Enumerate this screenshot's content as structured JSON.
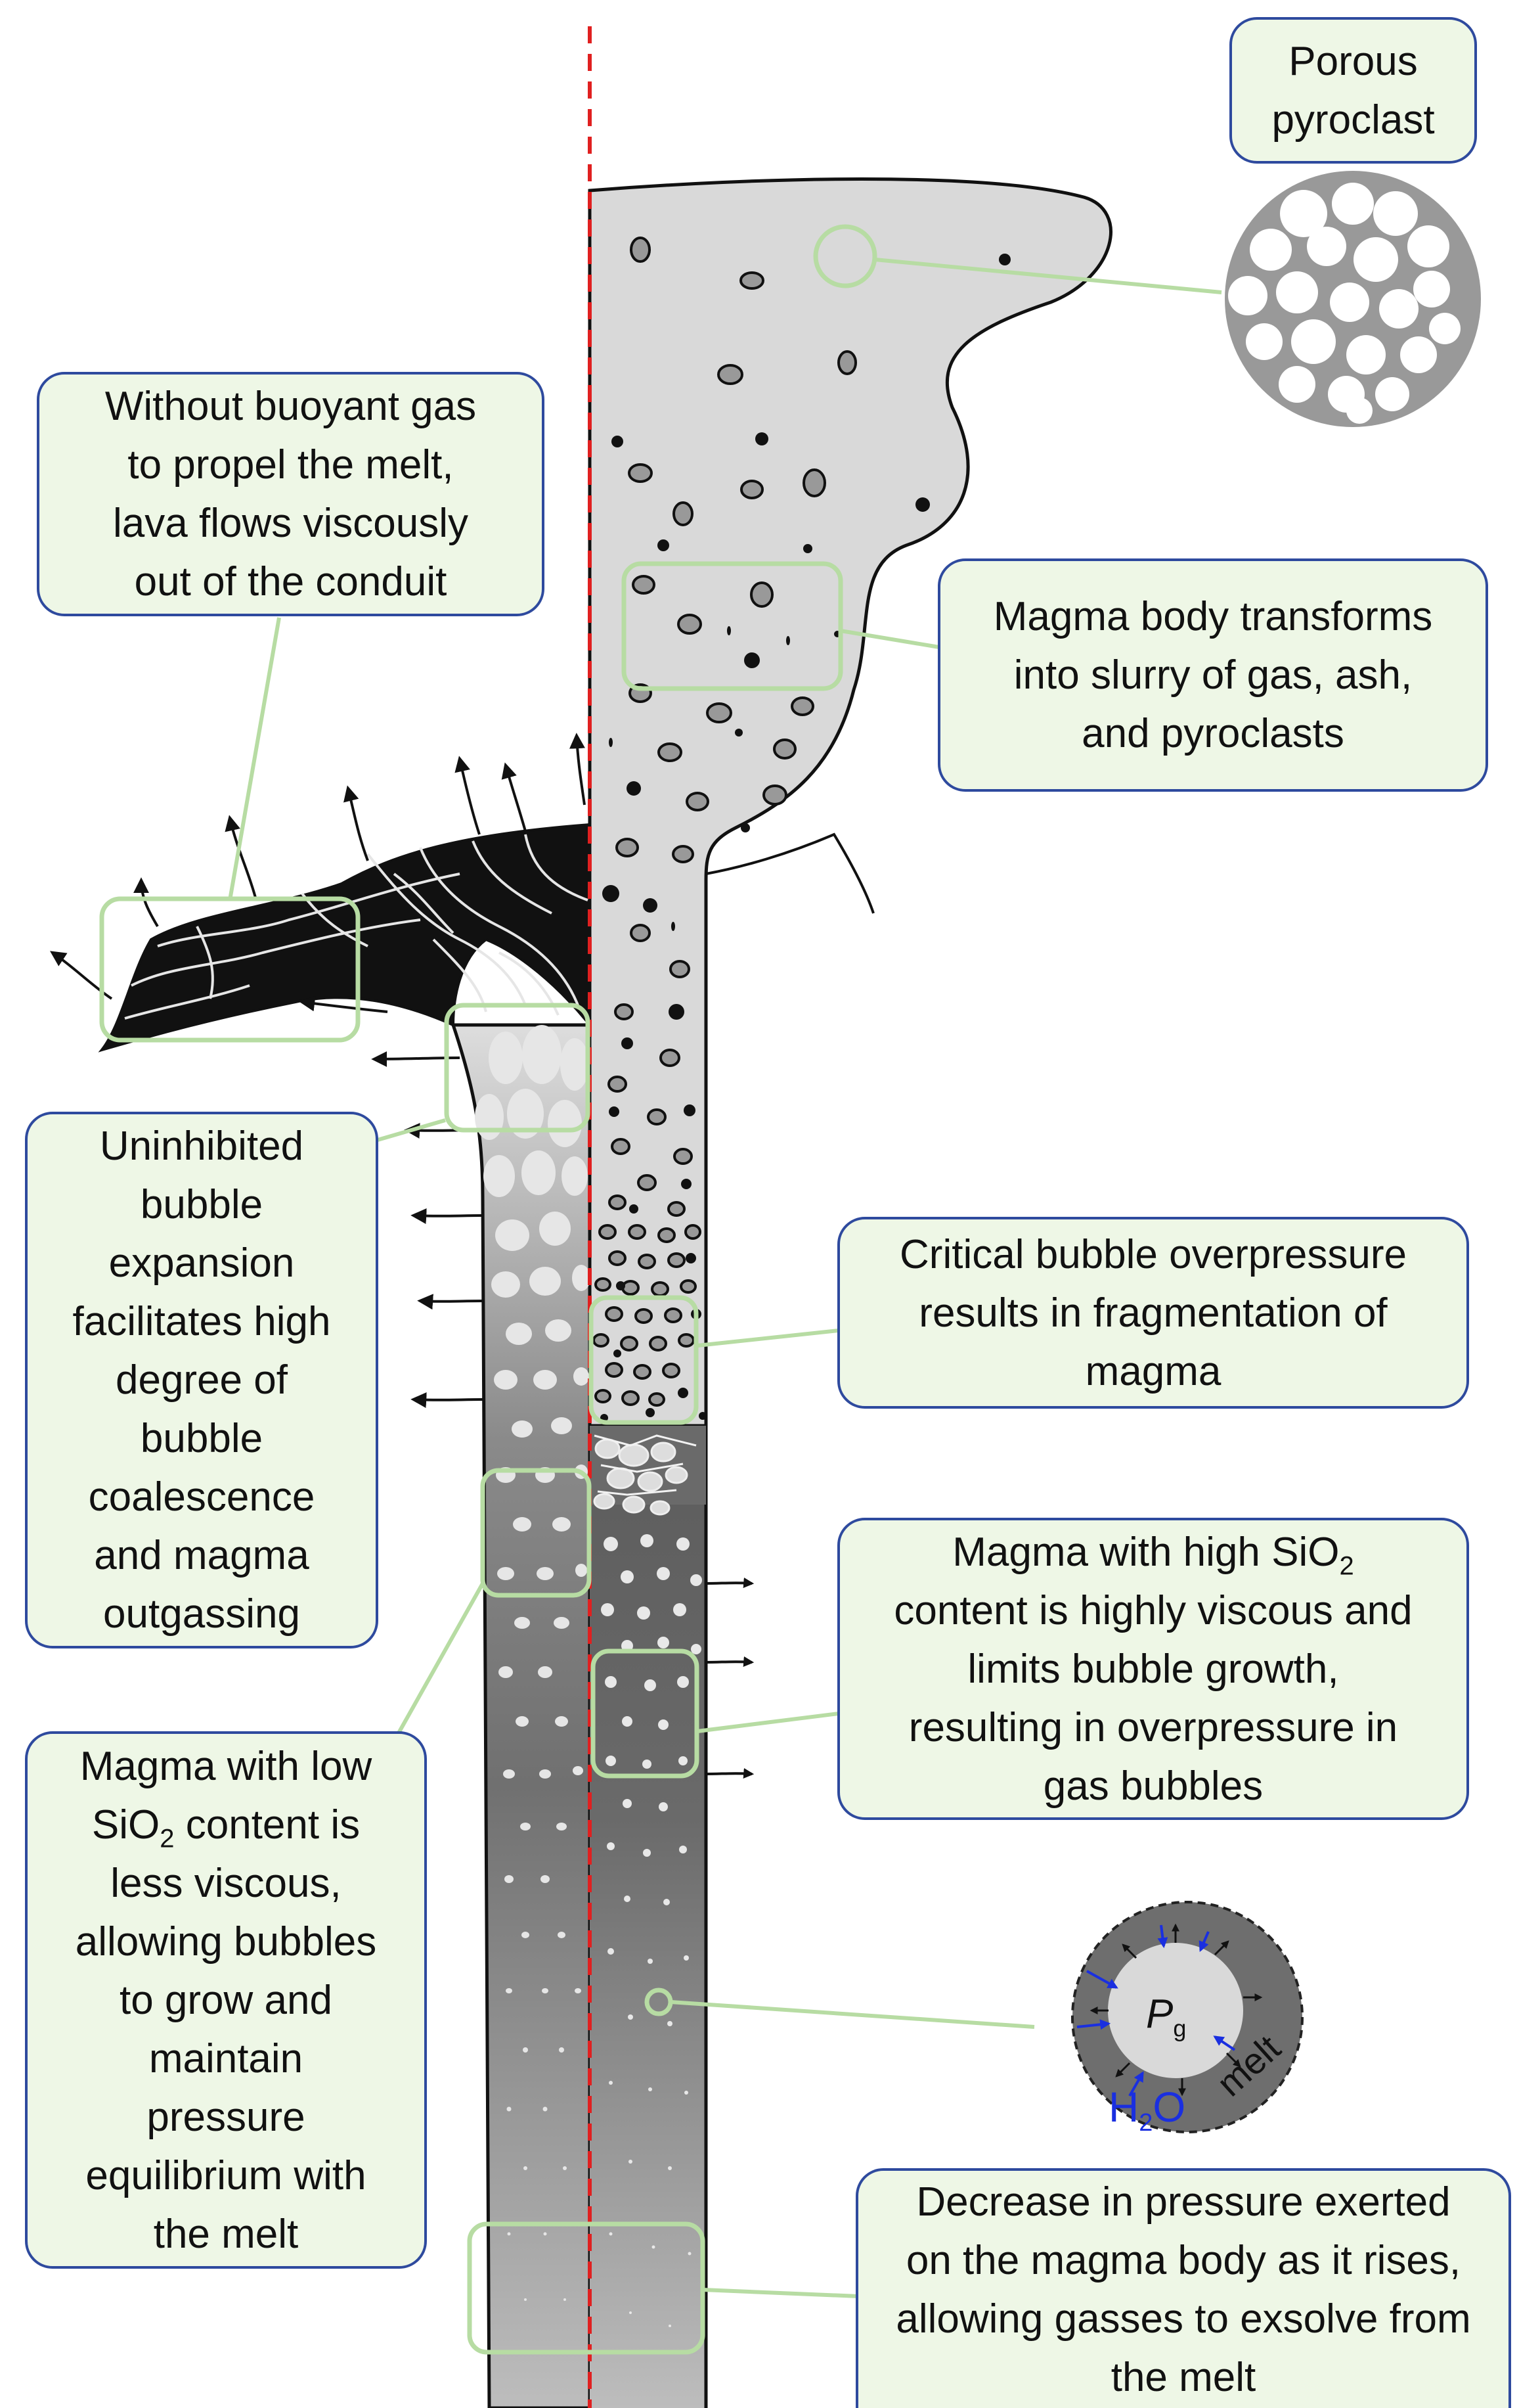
{
  "colors": {
    "callout_fill": "#eef7e6",
    "callout_border": "#2e4a9e",
    "leader_line": "#b7dca3",
    "axis_line": "#e02020",
    "pyroclast_fill": "#999999",
    "plume_fill": "#d9d9d9",
    "lava_fill": "#111111",
    "water_label": "#1a2fe0"
  },
  "callouts": {
    "porous_pyroclast": [
      "Porous",
      "pyroclast"
    ],
    "lava_flow": [
      "Without buoyant gas",
      "to propel the melt,",
      "lava flows viscously",
      "out of the conduit"
    ],
    "slurry": [
      "Magma body transforms",
      "into slurry of gas, ash,",
      "and pyroclasts"
    ],
    "coalescence": [
      "Uninhibited",
      "bubble",
      "expansion",
      "facilitates high",
      "degree of",
      "bubble",
      "coalescence",
      "and magma",
      "outgassing"
    ],
    "fragmentation": [
      "Critical bubble overpressure",
      "results in fragmentation of",
      "magma"
    ],
    "high_sio2_pre": "Magma with high SiO",
    "high_sio2_sub": "2",
    "high_sio2_lines": [
      "content is highly viscous and",
      "limits bubble growth,",
      "resulting in overpressure  in",
      "gas bubbles"
    ],
    "low_sio2_first": "Magma with low",
    "low_sio2_pre": "SiO",
    "low_sio2_sub": "2",
    "low_sio2_post": " content is",
    "low_sio2_lines": [
      "less viscous,",
      "allowing bubbles",
      "to grow and",
      "maintain",
      "pressure",
      "equilibrium with",
      "the melt"
    ],
    "exsolve": [
      "Decrease in pressure exerted",
      "on the magma body as it rises,",
      "allowing gasses to exsolve from",
      "the melt"
    ]
  },
  "bubble_inset": {
    "pressure_symbol": "P",
    "pressure_subscript": "g",
    "water_h": "H",
    "water_sub": "2",
    "water_o": "O",
    "melt_label": "melt"
  }
}
